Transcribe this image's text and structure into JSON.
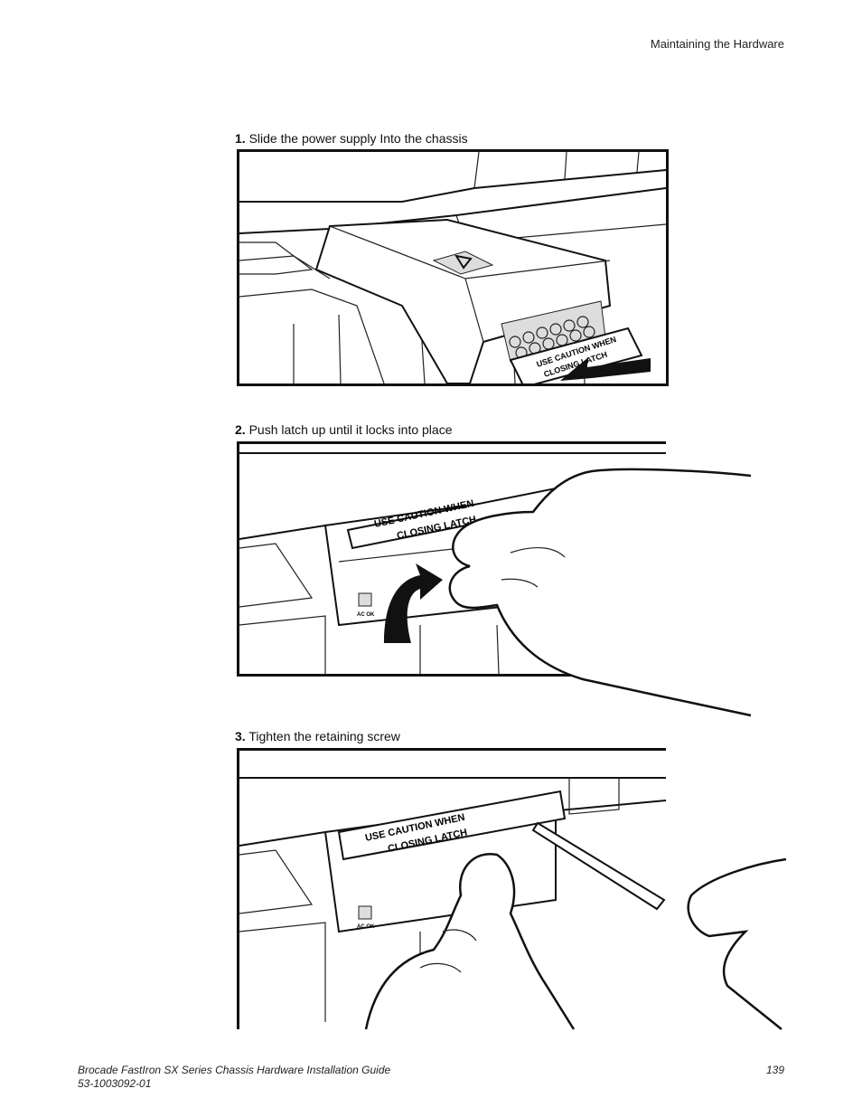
{
  "header": {
    "section": "Maintaining the Hardware"
  },
  "steps": [
    {
      "number": "1.",
      "text": "Slide the power supply Into the chassis",
      "latch_label_line1": "USE CAUTION WHEN",
      "latch_label_line2": "CLOSING LATCH"
    },
    {
      "number": "2.",
      "text": "Push latch up until it locks into place",
      "latch_label_line1": "USE CAUTION WHEN",
      "latch_label_line2": "CLOSING LATCH",
      "badge": "AC OK"
    },
    {
      "number": "3.",
      "text": "Tighten the retaining screw",
      "latch_label_line1": "USE CAUTION WHEN",
      "latch_label_line2": "CLOSING LATCH",
      "badge": "AC OK"
    }
  ],
  "footer": {
    "title": "Brocade FastIron SX Series Chassis Hardware Installation Guide",
    "doc_number": "53-1003092-01",
    "page_number": "139"
  }
}
